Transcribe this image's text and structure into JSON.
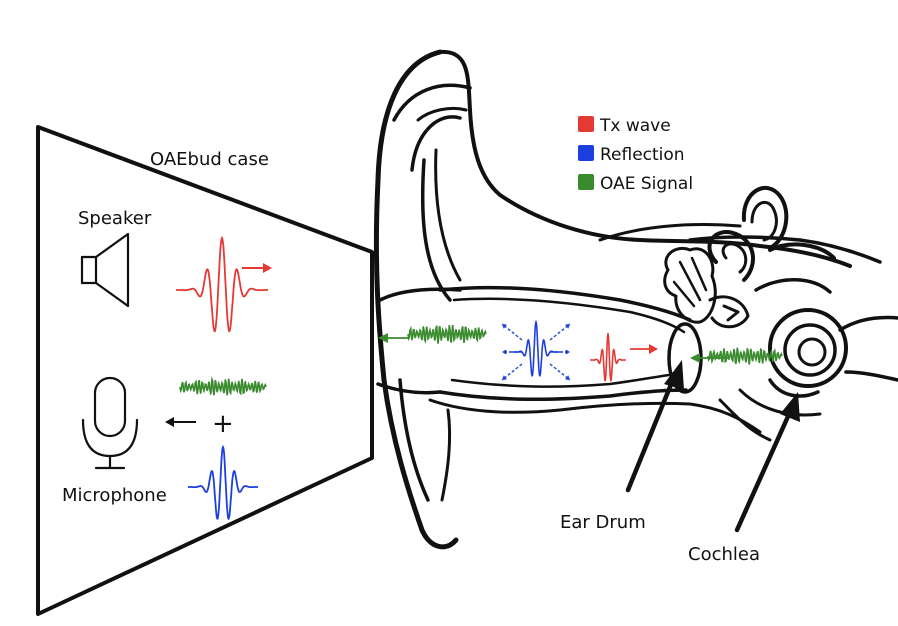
{
  "case": {
    "title": "OAEbud case",
    "speaker_label": "Speaker",
    "microphone_label": "Microphone",
    "plus_sign": "+"
  },
  "legend": {
    "items": [
      {
        "label": "Tx wave",
        "color": "#e53935"
      },
      {
        "label": "Reflection",
        "color": "#1e3fe0"
      },
      {
        "label": "OAE Signal",
        "color": "#3a8a2e"
      }
    ]
  },
  "anatomy": {
    "ear_drum_label": "Ear Drum",
    "cochlea_label": "Cochlea"
  },
  "colors": {
    "tx": "#e53935",
    "reflection": "#1e3fe0",
    "oae": "#3a8a2e",
    "ink": "#111111"
  },
  "icons": [
    "speaker-icon",
    "microphone-icon"
  ]
}
